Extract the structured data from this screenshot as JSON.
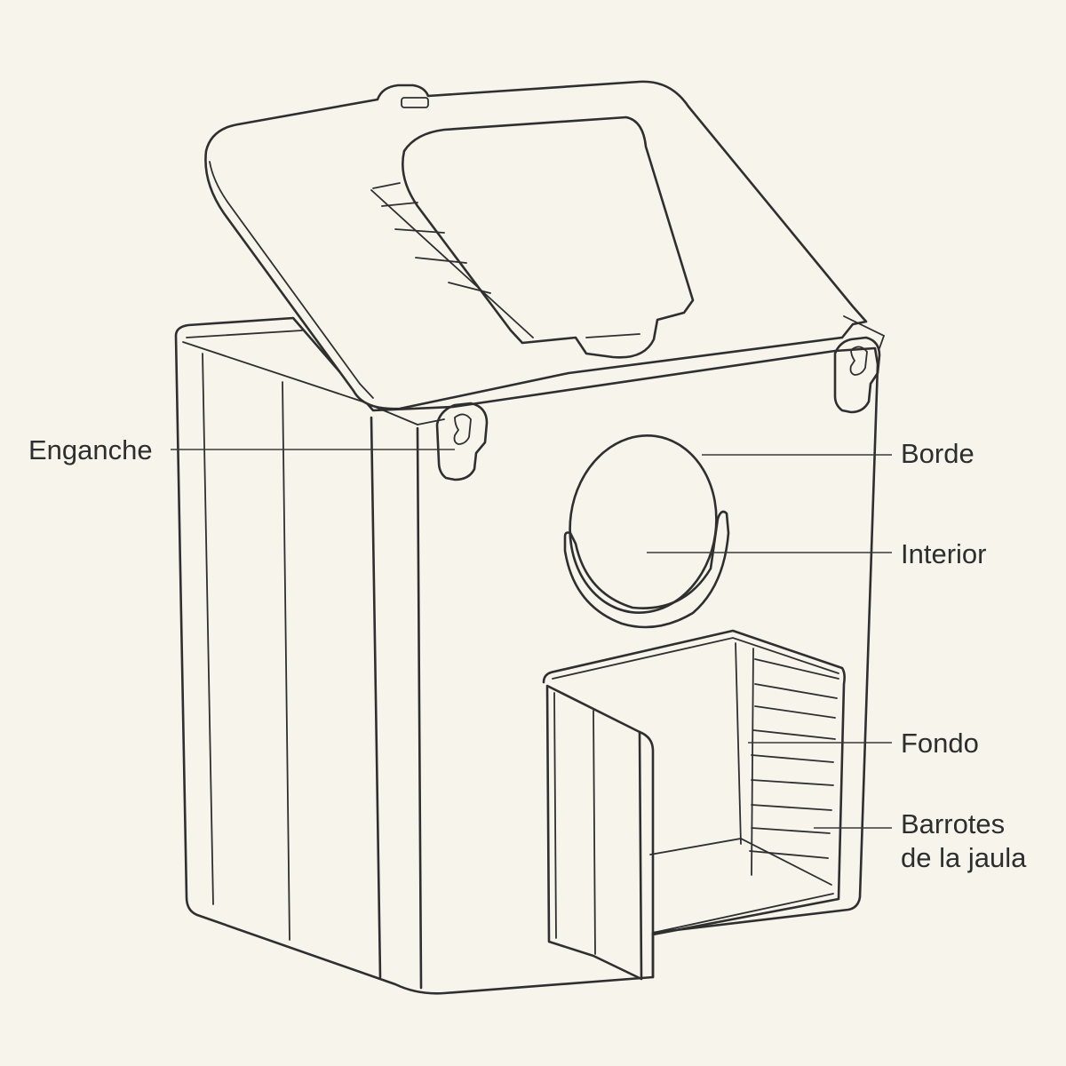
{
  "labels": {
    "hook": "Enganche",
    "rim": "Borde",
    "interior": "Interior",
    "floor": "Fondo",
    "bars_line1": "Barrotes",
    "bars_line2": "de la jaula"
  },
  "colors": {
    "background": "#f7f4ec",
    "stroke": "#2f2f2f",
    "text": "#2e2e2e"
  }
}
